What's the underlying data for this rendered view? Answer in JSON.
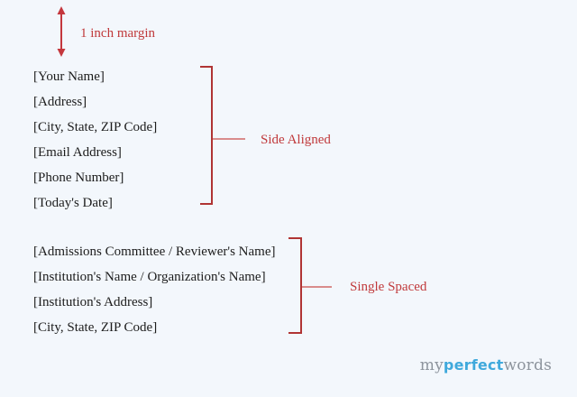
{
  "colors": {
    "background": "#f3f7fc",
    "text": "#1c1c1c",
    "red-label": "#c0393b",
    "bracket-red": "#b03434",
    "branch-red": "#d98c8c",
    "arrow-red": "#c4373d",
    "logo-gray": "#8d949d",
    "logo-blue": "#3fa9dc"
  },
  "margin_annotation": {
    "label": "1 inch margin"
  },
  "sender_block": {
    "lines": [
      "[Your Name]",
      "[Address]",
      "[City, State, ZIP Code]",
      "[Email Address]",
      "[Phone Number]",
      "[Today's Date]"
    ],
    "annotation": "Side Aligned"
  },
  "recipient_block": {
    "lines": [
      "[Admissions Committee / Reviewer's Name]",
      "[Institution's Name / Organization's Name]",
      "[Institution's Address]",
      "[City, State, ZIP Code]"
    ],
    "annotation": "Single Spaced"
  },
  "logo": {
    "prefix": "my",
    "highlight": "perfect",
    "suffix": "words"
  }
}
